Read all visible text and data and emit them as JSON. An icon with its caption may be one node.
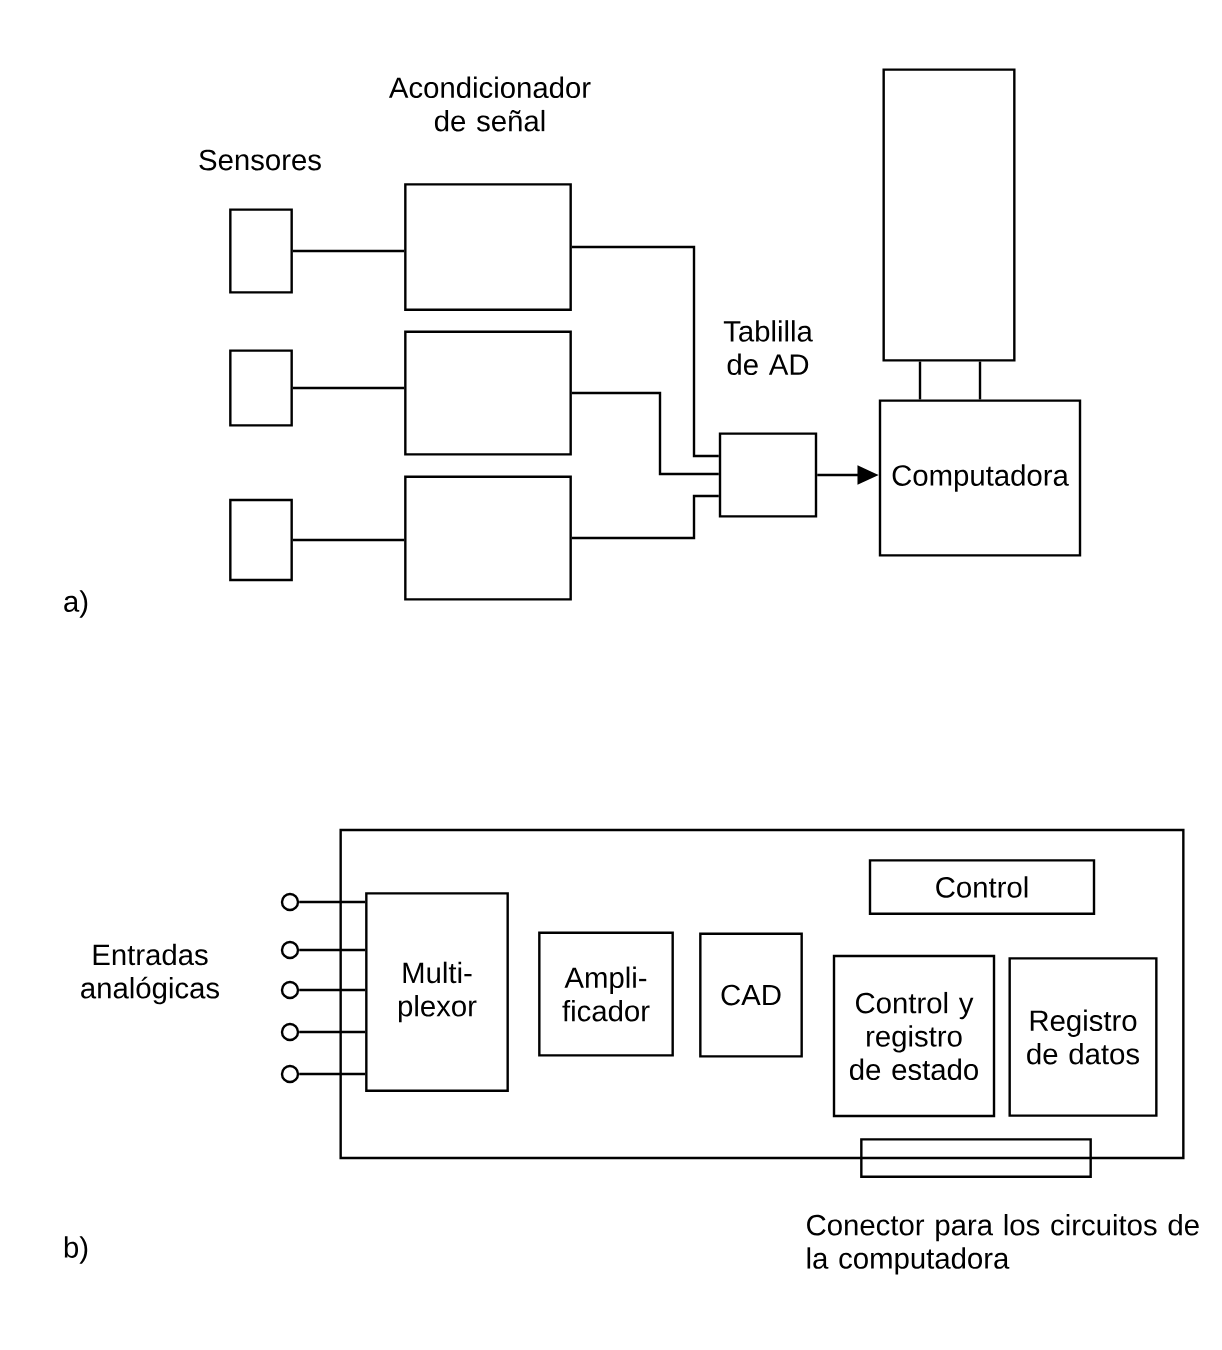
{
  "diagram": {
    "nodes": [
      {
        "text": [],
        "shape": "box"
      },
      {
        "text": [],
        "shape": "box"
      },
      {
        "text": [],
        "shape": "box"
      },
      {
        "text": [],
        "shape": "box"
      },
      {
        "text": [],
        "shape": "box"
      },
      {
        "text": [],
        "shape": "box"
      },
      {
        "text": [
          "Tablilla de AD"
        ]
      },
      {
        "text": [],
        "shape": "box"
      },
      {
        "text": [
          "Computadora"
        ]
      },
      {
        "text": [],
        "shape": "box"
      },
      {
        "text": [],
        "shape": "circle"
      },
      {
        "text": [],
        "shape": "circle"
      },
      {
        "text": [],
        "shape": "circle"
      },
      {
        "text": [],
        "shape": "circle"
      },
      {
        "text": [],
        "shape": "circle"
      },
      {
        "text": [
          "Multi- plexor"
        ],
        "in": 9
      },
      {
        "text": [
          "Ampli- ficador"
        ],
        "in": 9
      },
      {
        "text": [
          "CAD"
        ],
        "in": 9
      },
      {
        "text": [
          "Control"
        ],
        "in": 9
      },
      {
        "text": [
          "Control y registro de estado"
        ],
        "in": 9
      },
      {
        "text": [
          "Registro de datos"
        ],
        "in": 9
      },
      {
        "text": [
          "Conector para los circuitos de la computadora"
        ]
      }
    ],
    "edges": [
      {
        "from": 0,
        "to": 3,
        "arrow": "none"
      },
      {
        "from": 1,
        "to": 4,
        "arrow": "none"
      },
      {
        "from": 2,
        "to": 5,
        "arrow": "none"
      },
      {
        "from": 3,
        "to": 6,
        "arrow": "none"
      },
      {
        "from": 4,
        "to": 6,
        "arrow": "none"
      },
      {
        "from": 5,
        "to": 6,
        "arrow": "none"
      },
      {
        "from": 6,
        "to": 8,
        "arrow": "to"
      },
      {
        "from": 7,
        "to": 8,
        "arrow": "none"
      },
      {
        "from": 7,
        "to": 8,
        "arrow": "none"
      },
      {
        "from": 10,
        "to": 15,
        "arrow": "none"
      },
      {
        "from": 11,
        "to": 15,
        "arrow": "none"
      },
      {
        "from": 12,
        "to": 15,
        "arrow": "none"
      },
      {
        "from": 13,
        "to": 15,
        "arrow": "none"
      },
      {
        "from": 14,
        "to": 15,
        "arrow": "none"
      }
    ],
    "labels": [
      "Acondicionador de señal",
      "Sensores",
      "a)",
      "Entradas analógicas",
      "b)"
    ]
  }
}
